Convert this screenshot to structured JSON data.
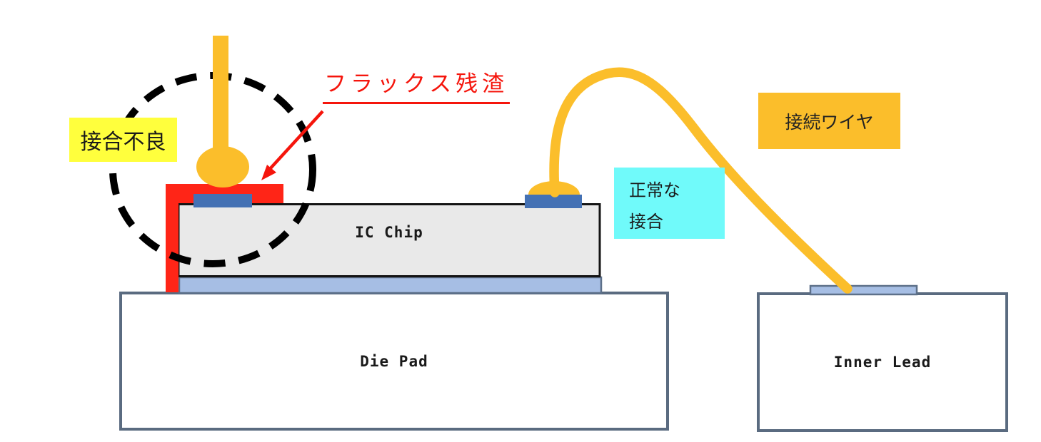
{
  "diagram": {
    "callouts": {
      "bonding_failure": "接合不良",
      "flux_residue": "フラックス残渣",
      "normal_bond_line1": "正常な",
      "normal_bond_line2": "接合",
      "connection_wire": "接続ワイヤ"
    },
    "components": {
      "ic_chip": "IC Chip",
      "die_pad": "Die Pad",
      "inner_lead": "Inner Lead"
    },
    "colors": {
      "wire_gold": "#FBBE2B",
      "flux_red": "#FF2517",
      "arrow_red": "#F5150C",
      "bond_pad_blue": "#4471B4",
      "die_attach_blue": "#A6BEE4",
      "chip_gray": "#E9E9E9",
      "outline_slate": "#5A6B80",
      "highlight_yellow": "#FFFF3D",
      "highlight_cyan": "#70FAFA"
    }
  }
}
